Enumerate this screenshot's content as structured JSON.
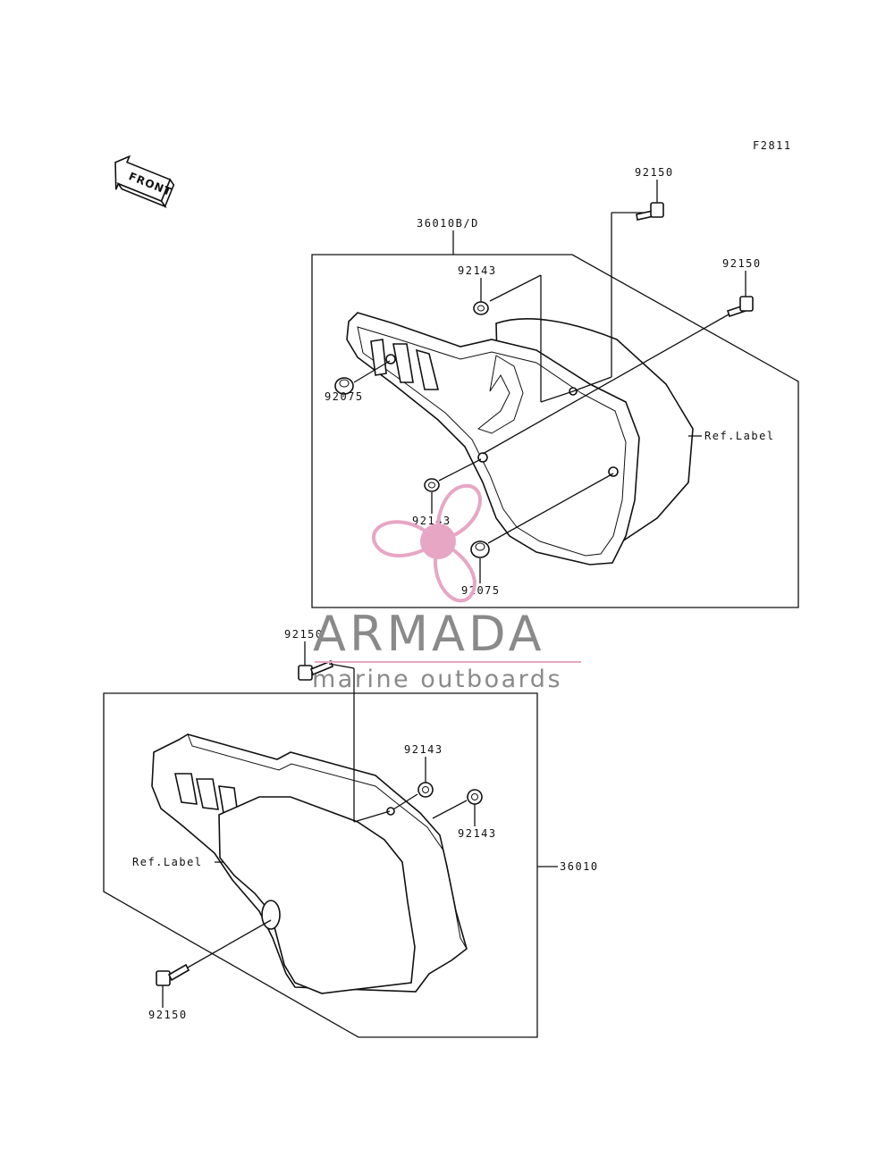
{
  "diagram": {
    "figure_code": "F2811",
    "front_marker": "FRONT",
    "labels": {
      "bolt_top_a": "92150",
      "bolt_top_b": "92150",
      "cover_assembly_top": "36010B/D",
      "grommet_top_a": "92143",
      "damper_top_left": "92075",
      "ref_label_top": "Ref.Label",
      "grommet_top_b": "92143",
      "damper_top_bottom": "92075",
      "bolt_mid": "92150",
      "grommet_bottom_a": "92143",
      "grommet_bottom_b": "92143",
      "ref_label_bottom": "Ref.Label",
      "cover_assembly_bottom": "36010",
      "bolt_bottom": "92150"
    }
  },
  "watermark": {
    "brand": "ARMADA",
    "tagline": "marine outboards",
    "accent_color": "#e7a6c4",
    "text_color": "#8a8a8a"
  }
}
